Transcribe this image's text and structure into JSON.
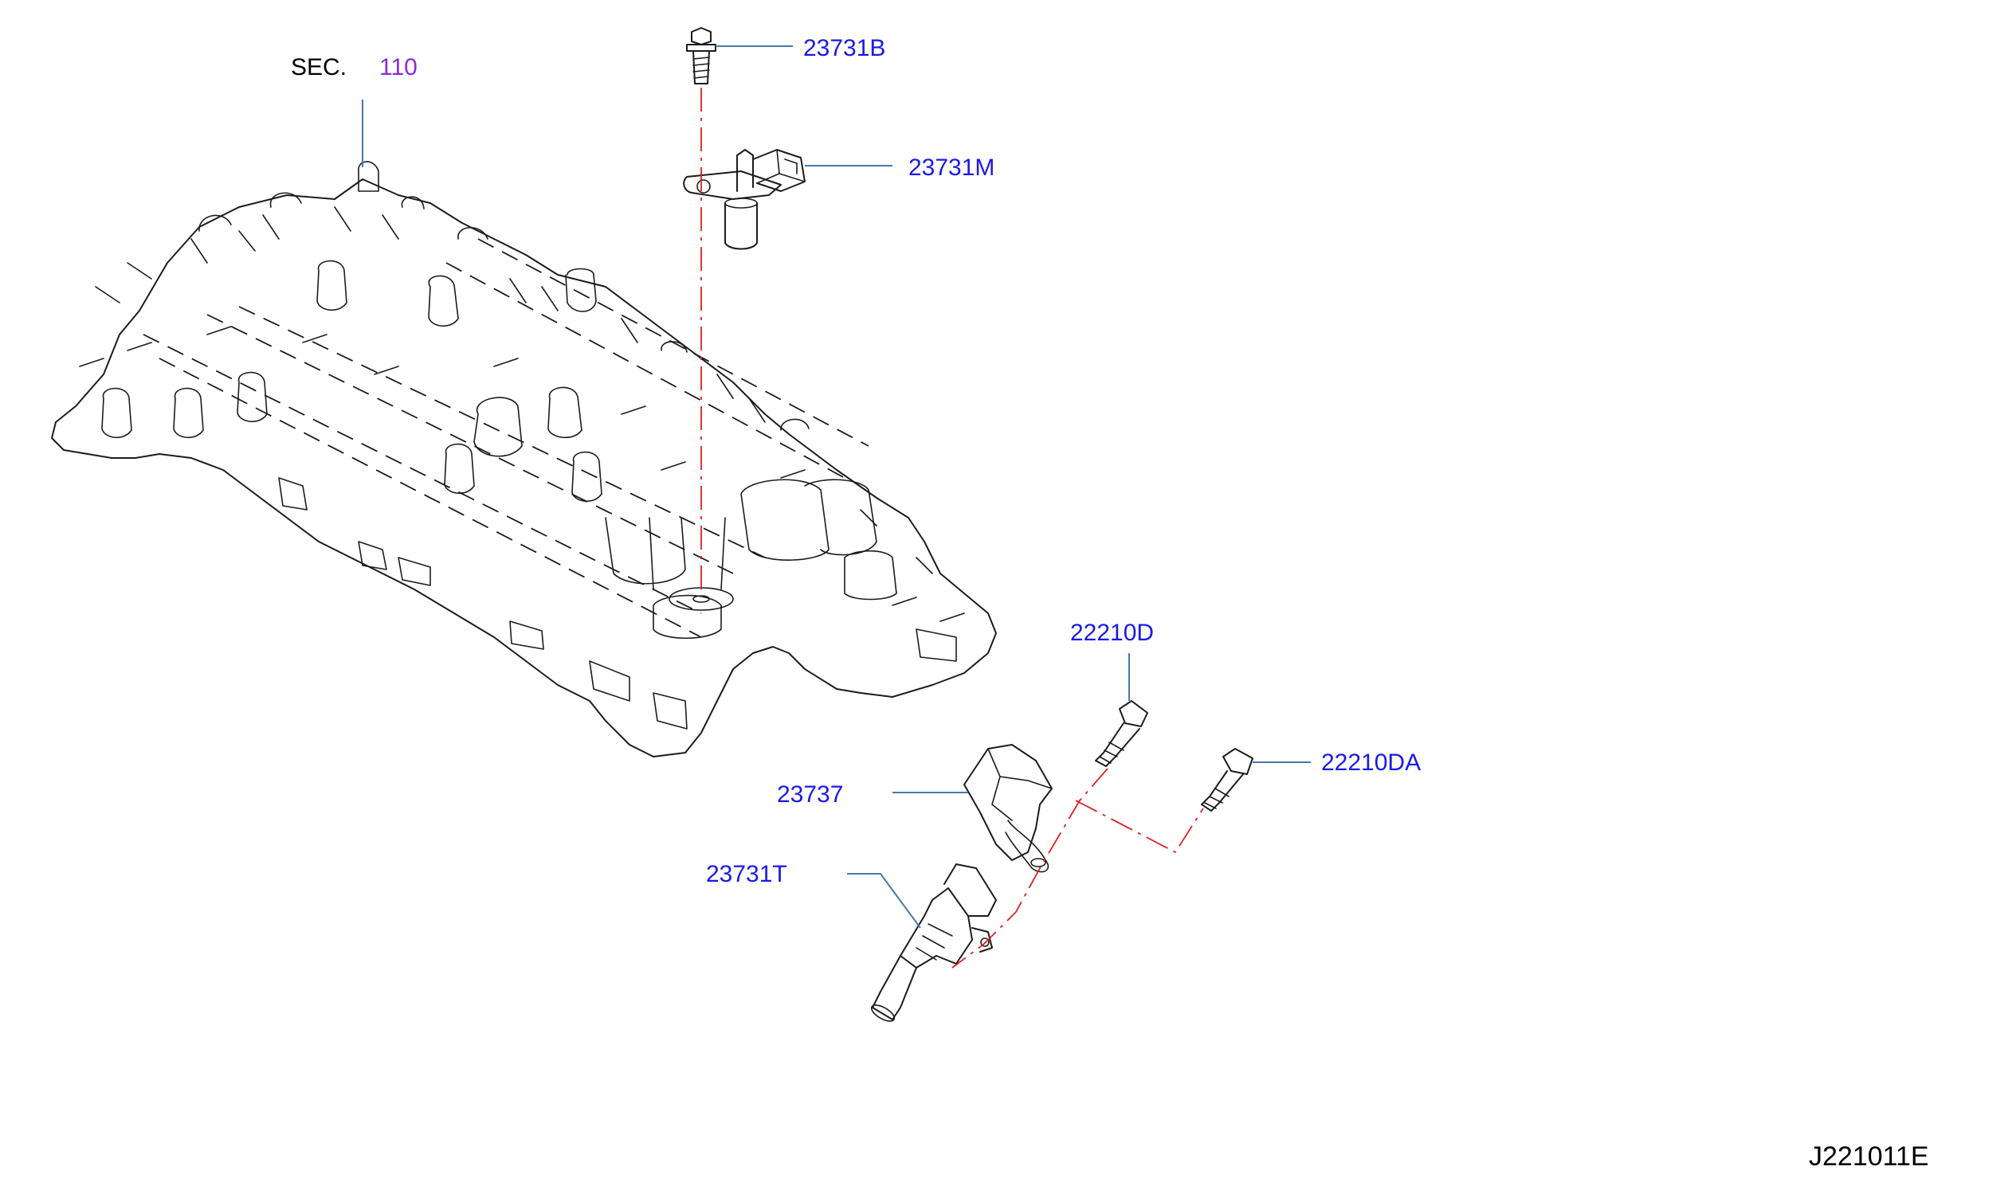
{
  "section_ref": {
    "prefix": "SEC.",
    "number": "110"
  },
  "parts": {
    "bolt_top": "23731B",
    "cam_sensor": "23731M",
    "bolt_d": "22210D",
    "bolt_da": "22210DA",
    "bracket": "23737",
    "crank_sensor": "23731T"
  },
  "diagram_code": "J221011E",
  "colors": {
    "part_label": "#1a1ae6",
    "section_number": "#8a2be2",
    "center_line": "#e02020",
    "leader": "#4a78a8"
  }
}
